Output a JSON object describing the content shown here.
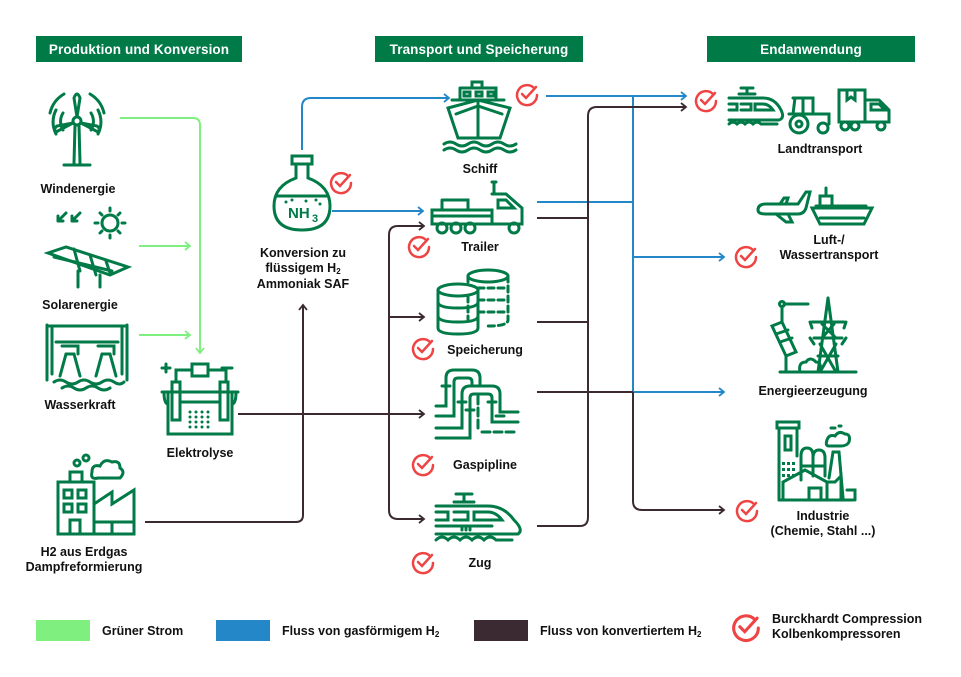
{
  "colors": {
    "header_bg": "#007a47",
    "icon_green": "#007a47",
    "green_power": "#7fef7f",
    "gas_h2": "#2387c8",
    "converted_h2": "#3c2a33",
    "check_red": "#ef4444"
  },
  "headers": {
    "production": "Produktion und Konversion",
    "transport": "Transport und Speicherung",
    "end_use": "Endanwendung"
  },
  "production": {
    "wind": {
      "label": "Windenergie",
      "icon": "wind-turbine-icon"
    },
    "solar": {
      "label": "Solarenergie",
      "icon": "solar-panel-icon"
    },
    "hydro": {
      "label": "Wasserkraft",
      "icon": "hydro-dam-icon"
    },
    "steam": {
      "label_line1": "H2 aus Erdgas",
      "label_line2": "Dampfreformierung",
      "icon": "factory-icon"
    },
    "electrolysis": {
      "label": "Elektrolyse",
      "icon": "electrolyzer-icon"
    },
    "conversion": {
      "label_line1": "Konversion zu",
      "label_line2": "flüssigem H",
      "label_line2_sub": "2",
      "label_line3": "Ammoniak SAF",
      "icon": "flask-nh3-icon",
      "flask_text": "NH",
      "flask_sub": "3",
      "compressor": true
    }
  },
  "transport": {
    "ship": {
      "label": "Schiff",
      "icon": "ship-icon",
      "compressor": true
    },
    "trailer": {
      "label": "Trailer",
      "icon": "truck-trailer-icon",
      "compressor": true
    },
    "storage": {
      "label": "Speicherung",
      "icon": "storage-tanks-icon",
      "compressor": true
    },
    "pipeline": {
      "label": "Gaspipline",
      "icon": "pipeline-icon",
      "compressor": true
    },
    "train": {
      "label": "Zug",
      "icon": "train-icon",
      "compressor": true
    }
  },
  "end_use": {
    "land": {
      "label": "Landtransport",
      "icon": "land-vehicles-icon",
      "compressor": true
    },
    "air_water": {
      "label_line1": "Luft-/",
      "label_line2": "Wassertransport",
      "icon": "plane-ship-icon",
      "compressor": true
    },
    "energy": {
      "label": "Energieerzeugung",
      "icon": "power-pylon-icon",
      "compressor": false
    },
    "industry": {
      "label_line1": "Industrie",
      "label_line2": "(Chemie, Stahl ...)",
      "icon": "industry-icon",
      "compressor": true
    }
  },
  "legend": {
    "green_power": "Grüner Strom",
    "gas_flow": "Fluss von gasförmigem H",
    "gas_flow_sub": "2",
    "converted_flow": "Fluss von konvertiertem H",
    "converted_flow_sub": "2",
    "compressor_line1": "Burckhardt Compression",
    "compressor_line2": "Kolbenkompressoren"
  }
}
